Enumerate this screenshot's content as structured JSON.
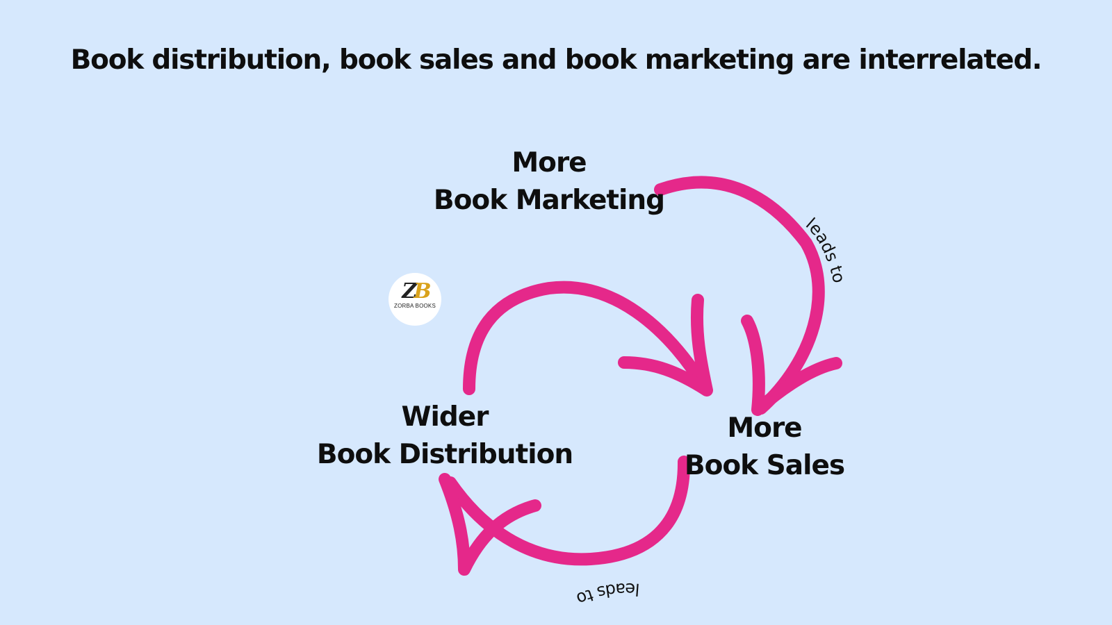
{
  "headline": "Book distribution, book sales and book marketing are interrelated.",
  "nodes": {
    "marketing": {
      "line1": "More",
      "line2": "Book Marketing"
    },
    "sales": {
      "line1": "More",
      "line2": "Book Sales"
    },
    "distribution": {
      "line1": "Wider",
      "line2": "Book Distribution"
    }
  },
  "edges": [
    {
      "from": "marketing",
      "to": "sales",
      "label": "leads to"
    },
    {
      "from": "sales",
      "to": "distribution",
      "label": "leads to"
    },
    {
      "from": "distribution",
      "to": "sales",
      "label": ""
    }
  ],
  "logo": {
    "mark_z": "Z",
    "mark_b": "B",
    "text": "ZORBA BOOKS"
  },
  "colors": {
    "background": "#d6e8fd",
    "arrow": "#e5288a",
    "text": "#0e0e0e",
    "logo_gold": "#d9a21b"
  }
}
